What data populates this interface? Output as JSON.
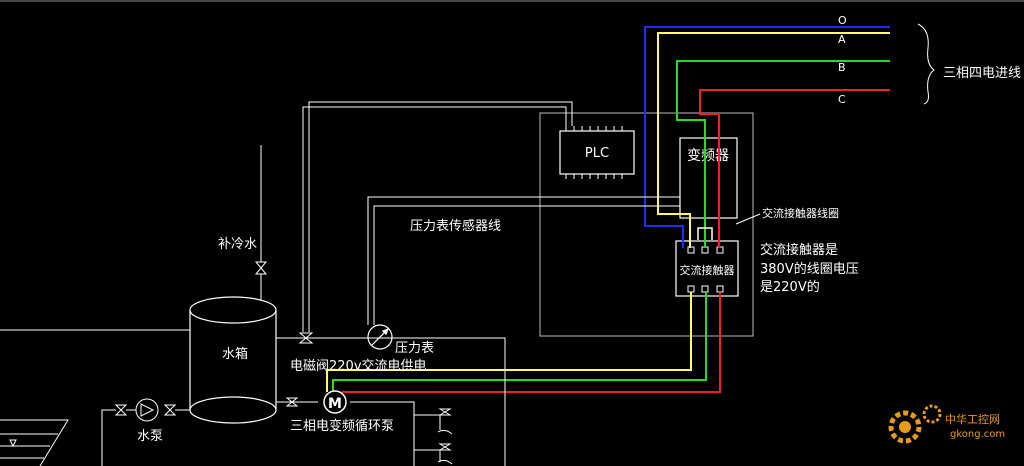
{
  "phases": {
    "o": "O",
    "a": "A",
    "b": "B",
    "c": "C",
    "incoming": "三相四电进线"
  },
  "devices": {
    "plc": "PLC",
    "inverter": "变频器",
    "contactor": "交流接触器",
    "contactor_coil": "交流接触器线圈",
    "tank": "水箱",
    "pump": "水泵",
    "gauge": "压力表",
    "motor_symbol": "M"
  },
  "labels": {
    "sensor_line": "压力表传感器线",
    "makeup_water": "补冷水",
    "solenoid": "电磁阀220v交流电供电",
    "circ_pump": "三相电变频循环泵",
    "note_line1": "交流接触器是",
    "note_line2": "380V的线圈电压",
    "note_line3": "是220V的"
  },
  "watermark": {
    "cn": "中华工控网",
    "en": "gkong.com"
  },
  "colors": {
    "neutral": "#1e2cff",
    "phase_a": "#ffff66",
    "phase_b": "#22dd22",
    "phase_c": "#ee2222",
    "line": "#ffffff"
  }
}
